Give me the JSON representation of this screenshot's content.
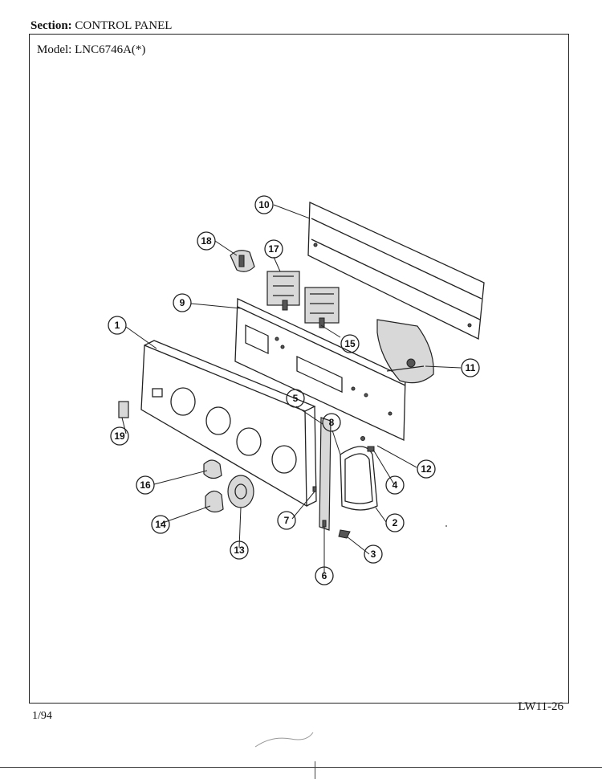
{
  "header": {
    "section_label": "Section:",
    "section_value": "CONTROL PANEL",
    "model_label": "Model:",
    "model_value": "LNC6746A(*)"
  },
  "footer": {
    "date": "1/94",
    "page_code": "LW11-26"
  },
  "callouts": [
    "1",
    "2",
    "3",
    "4",
    "5",
    "6",
    "7",
    "8",
    "9",
    "10",
    "11",
    "12",
    "13",
    "14",
    "15",
    "16",
    "17",
    "18",
    "19"
  ]
}
